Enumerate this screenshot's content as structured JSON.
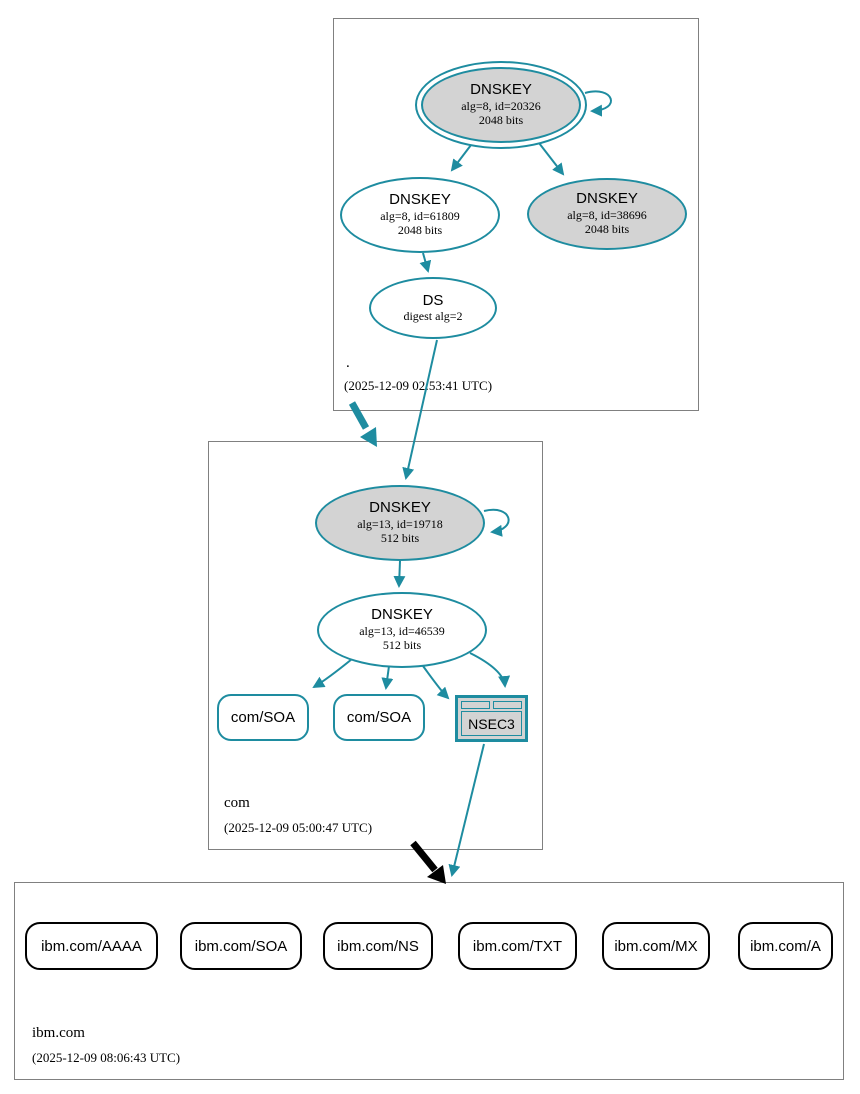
{
  "colors": {
    "secure": "#1e8ca0",
    "insecure": "#000000",
    "node_fill": "#d3d3d3",
    "box_border": "#808080"
  },
  "zones": [
    {
      "label": ".",
      "timestamp": "(2025-12-09 02:53:41 UTC)",
      "nodes": {
        "ksk": {
          "title": "DNSKEY",
          "line1": "alg=8, id=20326",
          "line2": "2048 bits"
        },
        "zsk": {
          "title": "DNSKEY",
          "line1": "alg=8, id=61809",
          "line2": "2048 bits"
        },
        "standby": {
          "title": "DNSKEY",
          "line1": "alg=8, id=38696",
          "line2": "2048 bits"
        },
        "ds": {
          "title": "DS",
          "line1": "digest alg=2"
        }
      }
    },
    {
      "label": "com",
      "timestamp": "(2025-12-09 05:00:47 UTC)",
      "nodes": {
        "ksk": {
          "title": "DNSKEY",
          "line1": "alg=13, id=19718",
          "line2": "512 bits"
        },
        "zsk": {
          "title": "DNSKEY",
          "line1": "alg=13, id=46539",
          "line2": "512 bits"
        },
        "soa1": {
          "label": "com/SOA"
        },
        "soa2": {
          "label": "com/SOA"
        },
        "nsec3": {
          "label": "NSEC3"
        }
      }
    },
    {
      "label": "ibm.com",
      "timestamp": "(2025-12-09 08:06:43 UTC)",
      "rrsets": [
        {
          "label": "ibm.com/AAAA"
        },
        {
          "label": "ibm.com/SOA"
        },
        {
          "label": "ibm.com/NS"
        },
        {
          "label": "ibm.com/TXT"
        },
        {
          "label": "ibm.com/MX"
        },
        {
          "label": "ibm.com/A"
        }
      ]
    }
  ]
}
